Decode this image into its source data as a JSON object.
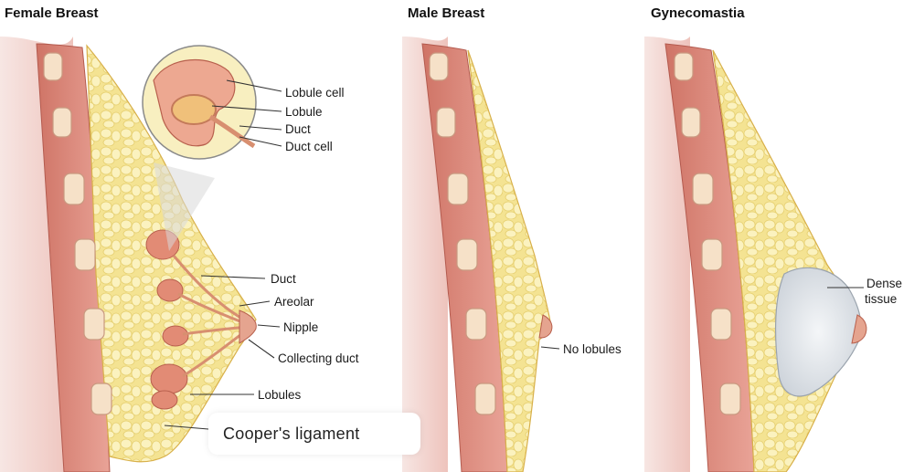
{
  "panels": [
    {
      "title": "Female Breast",
      "labels": {
        "lobule_cell": "Lobule cell",
        "lobule": "Lobule",
        "duct_inset": "Duct",
        "duct_cell": "Duct cell",
        "duct": "Duct",
        "areolar": "Areolar",
        "nipple": "Nipple",
        "collecting_duct": "Collecting duct",
        "lobules": "Lobules",
        "coopers_ligament": "Cooper's ligament"
      }
    },
    {
      "title": "Male Breast",
      "labels": {
        "no_lobules": "No lobules"
      }
    },
    {
      "title": "Gynecomastia",
      "labels": {
        "dense_line1": "Dense",
        "dense_line2": "tissue"
      }
    }
  ],
  "colors": {
    "skin_outer": "#f3d7d3",
    "skin_edge": "#e8b6ae",
    "muscle": "#de8f86",
    "rib": "#f6e1c8",
    "fat": "#f6e89a",
    "fat_cell": "#fbf3c0",
    "lobule": "#e08a76",
    "dense": "#dde2e8"
  }
}
